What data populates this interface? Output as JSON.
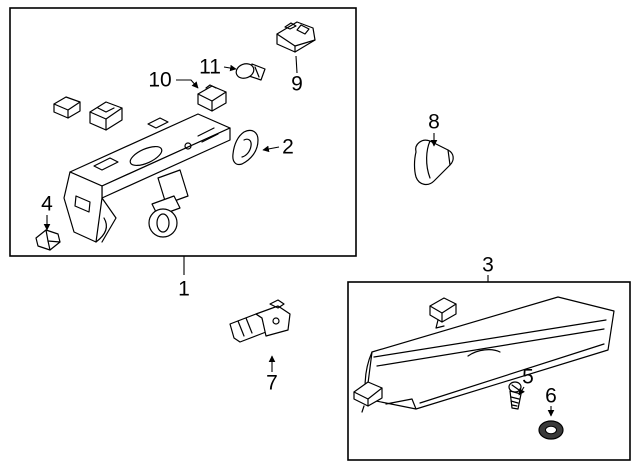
{
  "diagram": {
    "type": "exploded-parts-diagram",
    "callouts": {
      "1": "1",
      "2": "2",
      "3": "3",
      "4": "4",
      "5": "5",
      "6": "6",
      "7": "7",
      "8": "8",
      "9": "9",
      "10": "10",
      "11": "11"
    },
    "colors": {
      "line": "#000000",
      "background": "#ffffff"
    }
  }
}
